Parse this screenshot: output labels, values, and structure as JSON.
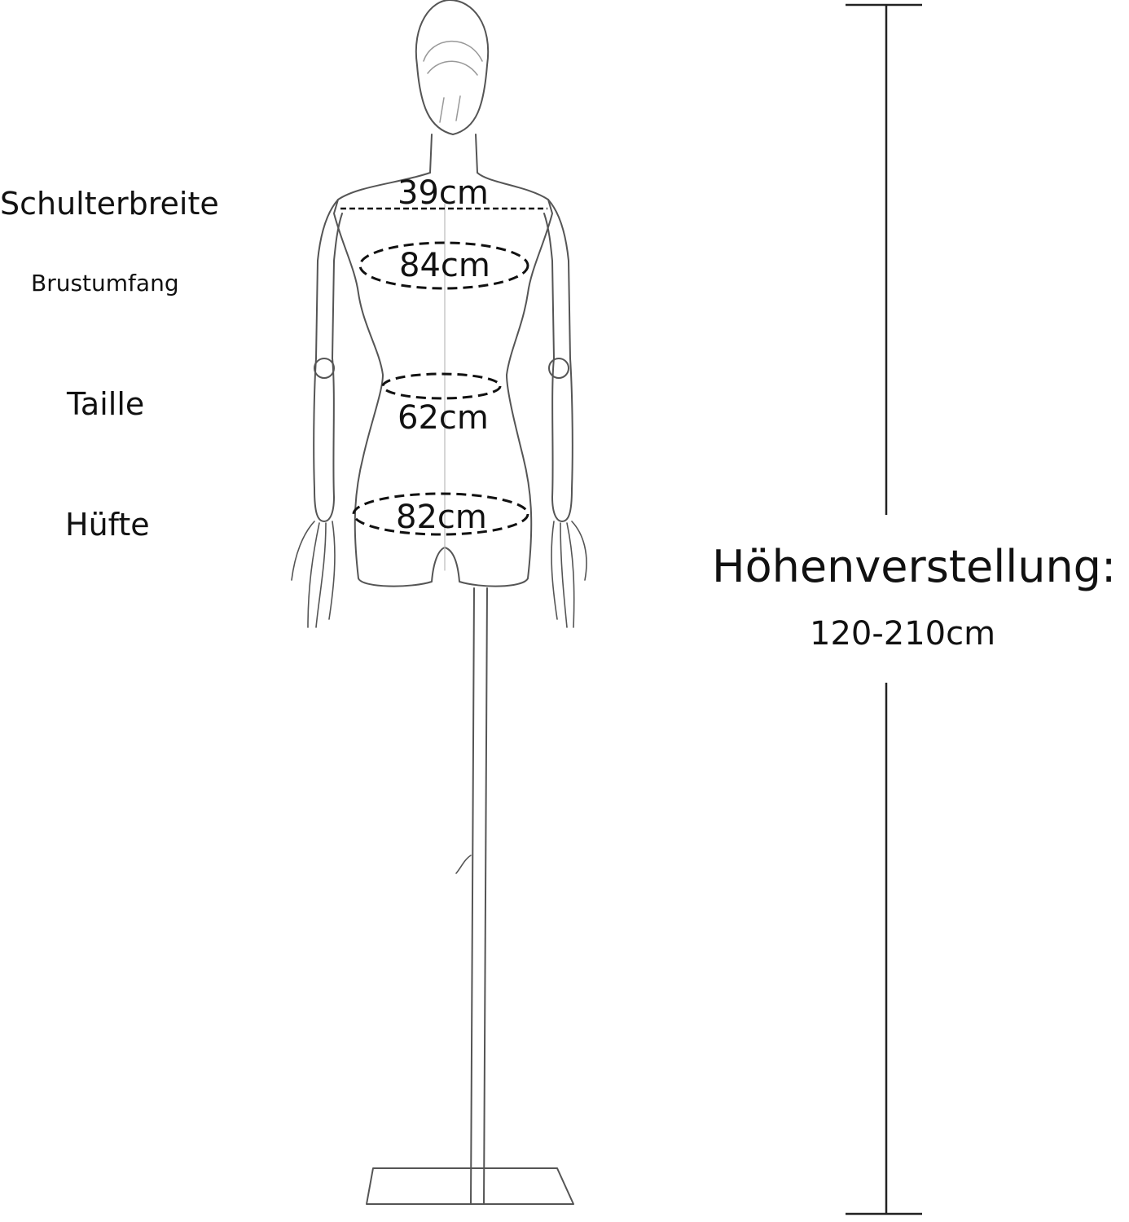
{
  "labels": {
    "shoulder": "Schulterbreite",
    "bust": "Brustumfang",
    "waist": "Taille",
    "hip": "Hüfte"
  },
  "measurements": {
    "shoulder": "39cm",
    "bust": "84cm",
    "waist": "62cm",
    "hip": "82cm"
  },
  "height": {
    "title": "Höhenverstellung:",
    "range": "120-210cm"
  }
}
